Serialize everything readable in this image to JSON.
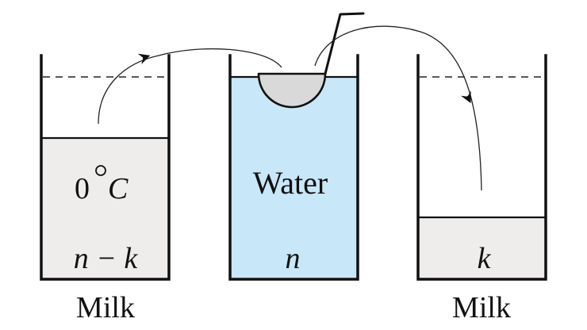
{
  "containers": {
    "left": {
      "temperature_num": "0",
      "temperature_unit": "C",
      "amount": "n − k",
      "caption": "Milk"
    },
    "middle": {
      "content": "Water",
      "amount": "n"
    },
    "right": {
      "amount": "k",
      "caption": "Milk"
    }
  },
  "colors": {
    "milk_fill": "#efecec",
    "water_fill": "#c8e7f8",
    "spoon_fill": "#d9d9d9",
    "outline": "#111111"
  }
}
